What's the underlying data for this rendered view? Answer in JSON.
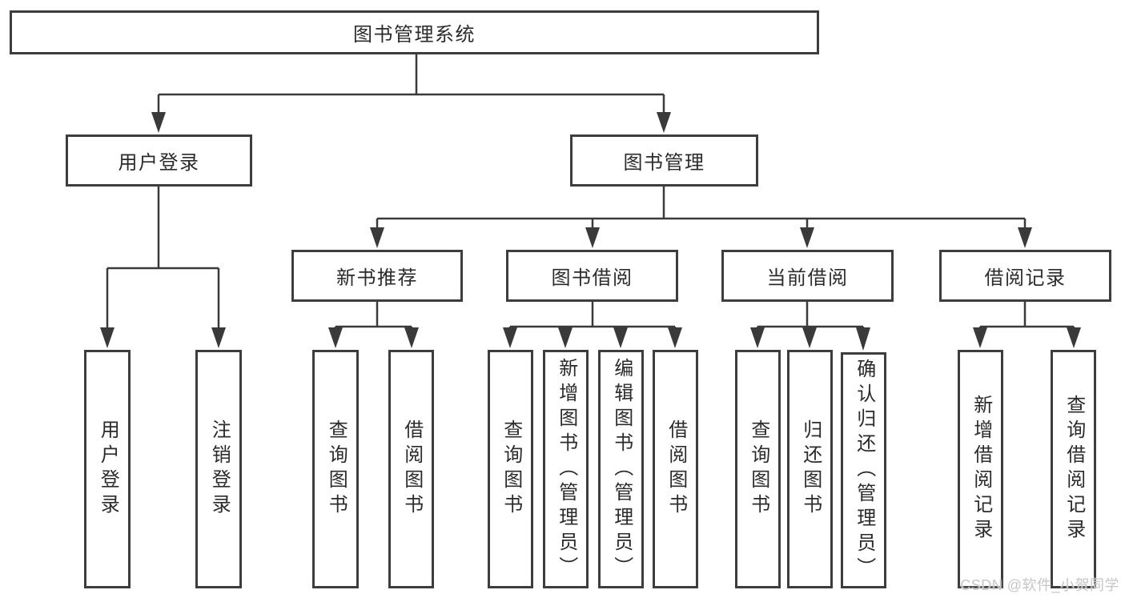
{
  "tree": {
    "root": {
      "label": "图书管理系统",
      "children": [
        {
          "label": "用户登录",
          "children": [
            {
              "label": "用户登录"
            },
            {
              "label": "注销登录"
            }
          ]
        },
        {
          "label": "图书管理",
          "children": [
            {
              "label": "新书推荐",
              "children": [
                {
                  "label": "查询图书"
                },
                {
                  "label": "借阅图书"
                }
              ]
            },
            {
              "label": "图书借阅",
              "children": [
                {
                  "label": "查询图书"
                },
                {
                  "label": "新增图书（管理员）"
                },
                {
                  "label": "编辑图书（管理员）"
                },
                {
                  "label": "借阅图书"
                }
              ]
            },
            {
              "label": "当前借阅",
              "children": [
                {
                  "label": "查询图书"
                },
                {
                  "label": "归还图书"
                },
                {
                  "label": "确认归还（管理员）"
                }
              ]
            },
            {
              "label": "借阅记录",
              "children": [
                {
                  "label": "新增借阅记录"
                },
                {
                  "label": "查询借阅记录"
                }
              ]
            }
          ]
        }
      ]
    }
  },
  "watermark": "CSDN @软件_小贺同学",
  "colors": {
    "line": "#3a3a3a",
    "border": "#3d3d3d",
    "text": "#2b2b2b",
    "watermark": "#c6c6c6",
    "background": "#ffffff"
  }
}
